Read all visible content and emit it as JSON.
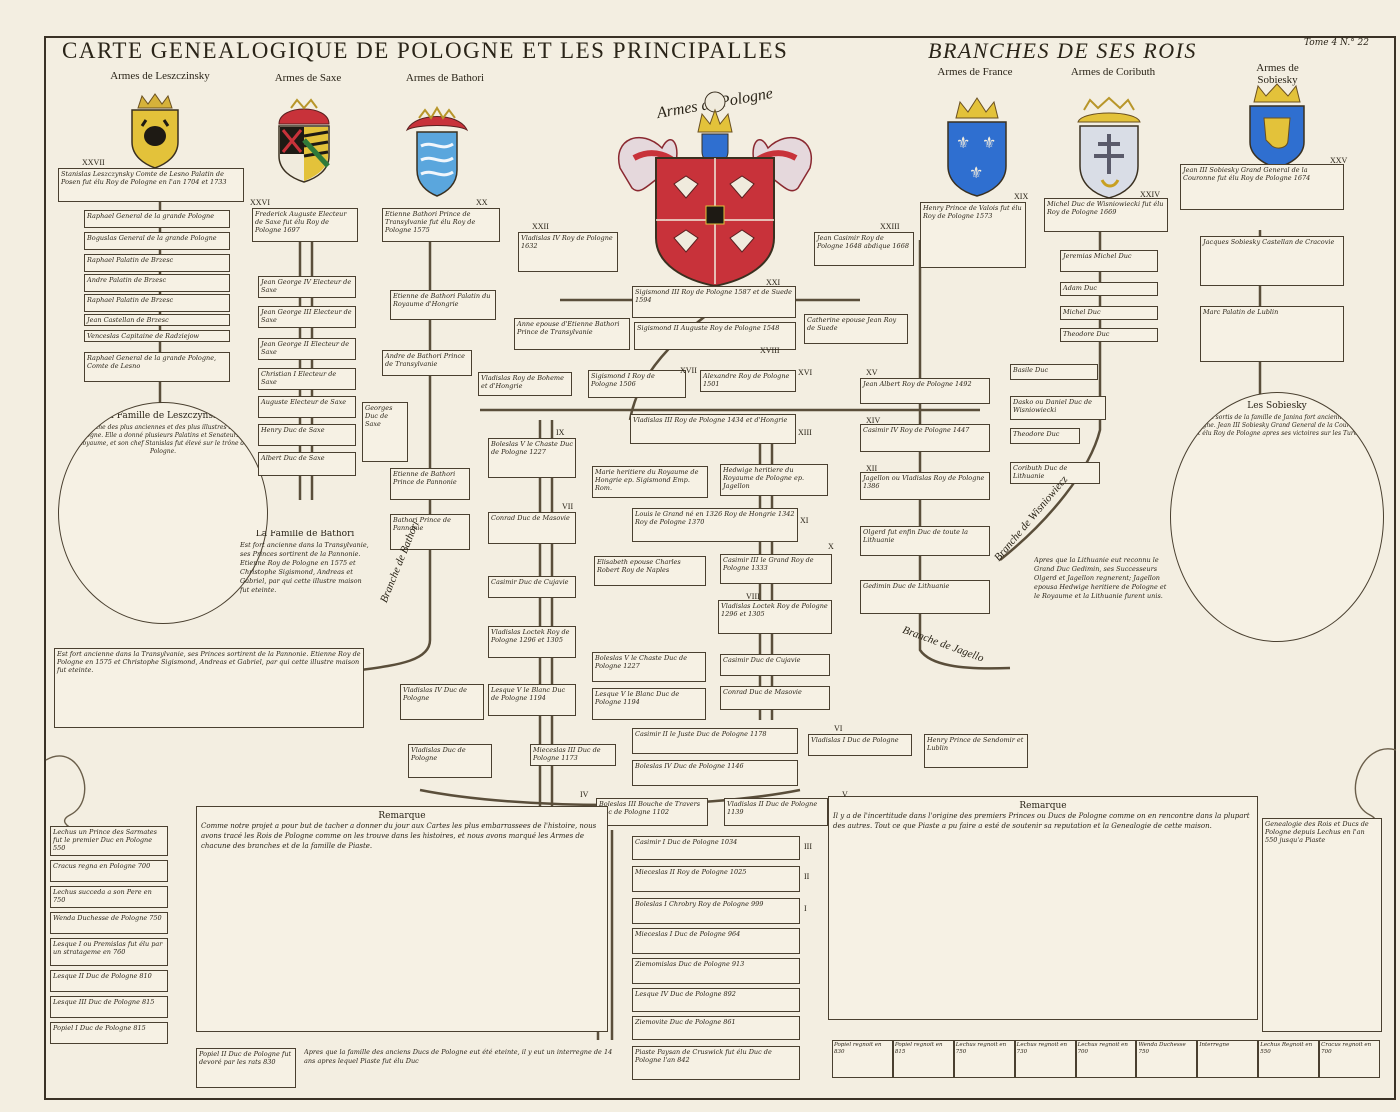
{
  "title": {
    "main": "CARTE GENEALOGIQUE DE POLOGNE ET LES PRINCIPALLES",
    "cont": "BRANCHES DE SES ROIS",
    "tomo": "Tome 4 N.° 22"
  },
  "arms": [
    {
      "label": "Armes de Leszczinsky",
      "fill": "#e3c23a"
    },
    {
      "label": "Armes de Saxe",
      "fill": "#2f7a3a"
    },
    {
      "label": "Armes de Bathori",
      "fill": "#5aa6dd"
    },
    {
      "label": "Armes de Pologne",
      "fill": "#c8323a"
    },
    {
      "label": "Armes de France",
      "fill": "#2f6fd0"
    },
    {
      "label": "Armes de Coributh",
      "fill": "#d9dde6"
    },
    {
      "label": "Armes de Sobiesky",
      "fill": "#2f6fd0"
    }
  ],
  "boxes": {
    "stanislas": "Stanislas Leszczynsky Comte de Lesno Palatin de Posen fut élu Roy de Pologne en l'an 1704 et 1733",
    "raphael1": "Raphael General de la grande Pologne",
    "boguslas": "Boguslas General de la grande Pologne",
    "raphael2": "Raphael Palatin de Brzesc",
    "andre": "Andre Palatin de Brzesc",
    "raphael3": "Raphael Palatin de Brzesc",
    "jean_l": "Jean Castellan de Brzesc",
    "venceslas": "Venceslas Capitaine de Radziejow",
    "raphael4": "Raphael General de la grande Pologne, Comte de Lesno",
    "fred_aug": "Frederick Auguste Electeur de Saxe fut élu Roy de Pologne 1697",
    "jgeorge4": "Jean George IV Electeur de Saxe",
    "jgeorge3": "Jean George III Electeur de Saxe",
    "jgeorge2": "Jean George II Electeur de Saxe",
    "christian": "Christian I Electeur de Saxe",
    "auguste": "Auguste Electeur de Saxe",
    "georges": "Georges Duc de Saxe",
    "henry_s": "Henry Duc de Saxe",
    "albert": "Albert Duc de Saxe",
    "etienne_b": "Etienne Bathori Prince de Transylvanie fut élu Roy de Pologne 1575",
    "etienne_b2": "Etienne de Bathori Palatin du Royaume d'Hongrie",
    "andre_b": "Andre de Bathori Prince de Transylvanie",
    "etienne_b3": "Etienne de Bathori Prince de Pannonie",
    "bathori": "Bathori Prince de Pannonie",
    "vladislas_b": "Vladislas IV Duc de Pologne",
    "vladislas_h": "Vladislas Duc de Pologne",
    "vladislas_iv": "Vladislas IV Roy de Pologne 1632",
    "sigis3": "Sigismond III Roy de Pologne 1587 et de Suede 1594",
    "jean_cas": "Jean Casimir Roy de Pologne 1648 abdique 1668",
    "anne": "Anne epouse d'Etienne Bathori Prince de Transylvanie",
    "sigis2": "Sigismond II Auguste Roy de Pologne 1548",
    "catherine": "Catherine epouse Jean Roy de Suede",
    "vladislas_v": "Vladislas Roy de Boheme et d'Hongrie",
    "sigis1": "Sigismond I Roy de Pologne 1506",
    "alexandre": "Alexandre Roy de Pologne 1501",
    "vladislas_iii": "Vladislas III Roy de Pologne 1434 et d'Hongrie",
    "casimir_iv_b": "Casimir IV Roy de Pologne 1447",
    "jean_albert": "Jean Albert Roy de Pologne 1492",
    "casimir_iv": "Casimir IV Roy de Pologne 1447",
    "jagellon": "Jagellon ou Vladislas Roy de Pologne 1386",
    "marie": "Marie heritiere du Royaume de Hongrie ep. Sigismond Emp. Rom.",
    "hedwige": "Hedwige heritiere du Royaume de Pologne ep. Jagellon",
    "louis": "Louis le Grand né en 1326 Roy de Hongrie 1342 Roy de Pologne 1370",
    "elisabeth": "Elisabeth epouse Charles Robert Roy de Naples",
    "casimir_iii": "Casimir III le Grand Roy de Pologne 1333",
    "vladislas_loc": "Vladislas Loctek Roy de Pologne 1296 et 1305",
    "casimir_duc": "Casimir Duc de Cujavie",
    "conrad": "Conrad Duc de Masovie",
    "boleslas_v": "Boleslas V le Chaste Duc de Pologne 1227",
    "lesque_v": "Lesque V le Blanc Duc de Pologne 1194",
    "casimir_ii": "Casimir II le Juste Duc de Pologne 1178",
    "boleslas_iv": "Boleslas IV Duc de Pologne 1146",
    "henry_p": "Henry Prince de Sendomir et Lublin",
    "boleslas_iii": "Boleslas III Bouche de Travers Duc de Pologne 1102",
    "vladislas_ii": "Vladislas II Duc de Pologne 1139",
    "mieceslas": "Mieceslas III Duc de Pologne 1173",
    "casimir_i": "Casimir I Duc de Pologne 1034",
    "mieceslas_ii": "Mieceslas II Roy de Pologne 1025",
    "boleslas_i": "Boleslas I Chrobry Roy de Pologne 999",
    "mieceslas_i": "Mieceslas I Duc de Pologne 964",
    "ziemomislas": "Ziemomislas Duc de Pologne 913",
    "lesque_iv": "Lesque IV Duc de Pologne 892",
    "ziemovite": "Ziemovite Duc de Pologne 861",
    "piaste": "Piaste Paysan de Cruswick fut élu Duc de Pologne l'an 842",
    "henry_v": "Henry Prince de Valois fut élu Roy de Pologne 1573",
    "michel": "Michel Duc de Wisniowiecki fut élu Roy de Pologne 1669",
    "jeremie": "Jeremias Michel Duc",
    "adam": "Adam Duc",
    "michel2": "Michel Duc",
    "theodore": "Theodore Duc",
    "basile": "Basile Duc",
    "dasko": "Dasko ou Daniel Duc de Wisniowiecki",
    "theodore2": "Theodore Duc",
    "coributh": "Coributh Duc de Lithuanie",
    "olgerd": "Olgerd fut enfin Duc de toute la Lithuanie",
    "gedimin": "Gedimin Duc de Lithuanie",
    "jean_sob": "Jean III Sobiesky Grand General de la Couronne fut élu Roy de Pologne 1674",
    "jacques_s": "Jacques Sobiesky Castellan de Cracovie",
    "marc": "Marc Palatin de Lublin",
    "vladislas_i": "Vladislas I Duc de Pologne"
  },
  "rings": {
    "lesz": {
      "title": "La Famille de Leszczynsky",
      "text": "Est une des plus anciennes et des plus illustres de la Pologne. Elle a donné plusieurs Palatins et Senateurs au Royaume, et son chef Stanislas fut élevé sur le trône de Pologne."
    },
    "sob": {
      "title": "Les Sobiesky",
      "text": "Sont sortis de la famille de Janina fort ancienne en Pologne. Jean III Sobiesky Grand General de la Couronne fut élu Roy de Pologne apres ses victoires sur les Turcs."
    }
  },
  "branches": {
    "bathori": "Branche de Bathori",
    "lagello": "Branche de Jagello",
    "wisnio": "Branche de Wisniowiecz"
  },
  "paras": {
    "bathori_h": "La Famille de Bathori",
    "bathori_t": "Est fort ancienne dans la Transylvanie, ses Princes sortirent de la Pannonie. Etienne Roy de Pologne en 1575 et Christophe Sigismond, Andreas et Gabriel, par qui cette illustre maison fut eteinte.",
    "lithu": "Apres que la Lithuanie eut reconnu le Grand Duc Gedimin, ses Successeurs Olgerd et Jagellon regnerent; Jagellon epousa Hedwige heritiere de Pologne et le Royaume et la Lithuanie furent unis.",
    "rem_l_h": "Remarque",
    "rem_l_t": "Comme notre projet a pour but de tacher a donner du jour aux Cartes les plus embarrassees de l'histoire, nous avons tracé les Rois de Pologne comme on les trouve dans les histoires, et nous avons marqué les Armes de chacune des branches et de la famille de Piaste.",
    "rem_r_h": "Remarque",
    "rem_r_t": "Il y a de l'incertitude dans l'origine des premiers Princes ou Ducs de Pologne comme on en rencontre dans la plupart des autres. Tout ce que Piaste a pu faire a esté de soutenir sa reputation et la Genealogie de cette maison.",
    "gen_r": "Genealogie des Rois et Ducs de Pologne depuis Lechus en l'an 550 jusqu'a Piaste",
    "apres": "Apres que la famille des anciens Ducs de Pologne eut été eteinte, il y eut un interregne de 14 ans apres lequel Piaste fut élu Duc"
  },
  "left_list": [
    "Lechus un Prince des Sarmates fut le premier Duc en Pologne 550",
    "Cracus regna en Pologne 700",
    "Lechus succeda a son Pere en 750",
    "Wenda Duchesse de Pologne 750",
    "Lesque I ou Premislas fut élu par un stratageme en 760",
    "Lesque II Duc de Pologne 810",
    "Lesque III Duc de Pologne 815",
    "Popiel I Duc de Pologne 815"
  ],
  "popiel2": "Popiel II Duc de Pologne fut devoré par les rats 830",
  "footer": [
    "Popiel regnoit en 830",
    "Popiel regnoit en 815",
    "Lechus regnoit en 750",
    "Lechus regnoit en 730",
    "Lechus regnoit en 700",
    "Wenda Duchesse 750",
    "Interregne",
    "Lechus Regnoit en 550",
    "Cracus regnoit en 700"
  ],
  "numerals": {
    "n27": "XXVII",
    "n26": "XXVI",
    "n25": "XXV",
    "n24": "XXIV",
    "n23": "XXIII",
    "n22": "XXII",
    "n21": "XXI",
    "n20": "XX",
    "n19": "XIX",
    "n18": "XVIII",
    "n17": "XVII",
    "n16": "XVI",
    "n15": "XV",
    "n14": "XIV",
    "n13": "XIII",
    "n12": "XII",
    "n11": "XI",
    "n10": "X",
    "n9": "IX",
    "n8": "VIII",
    "n7": "VII",
    "n6": "VI",
    "n5": "V",
    "n4": "IV",
    "n3": "III",
    "n2": "II",
    "n1": "I"
  }
}
